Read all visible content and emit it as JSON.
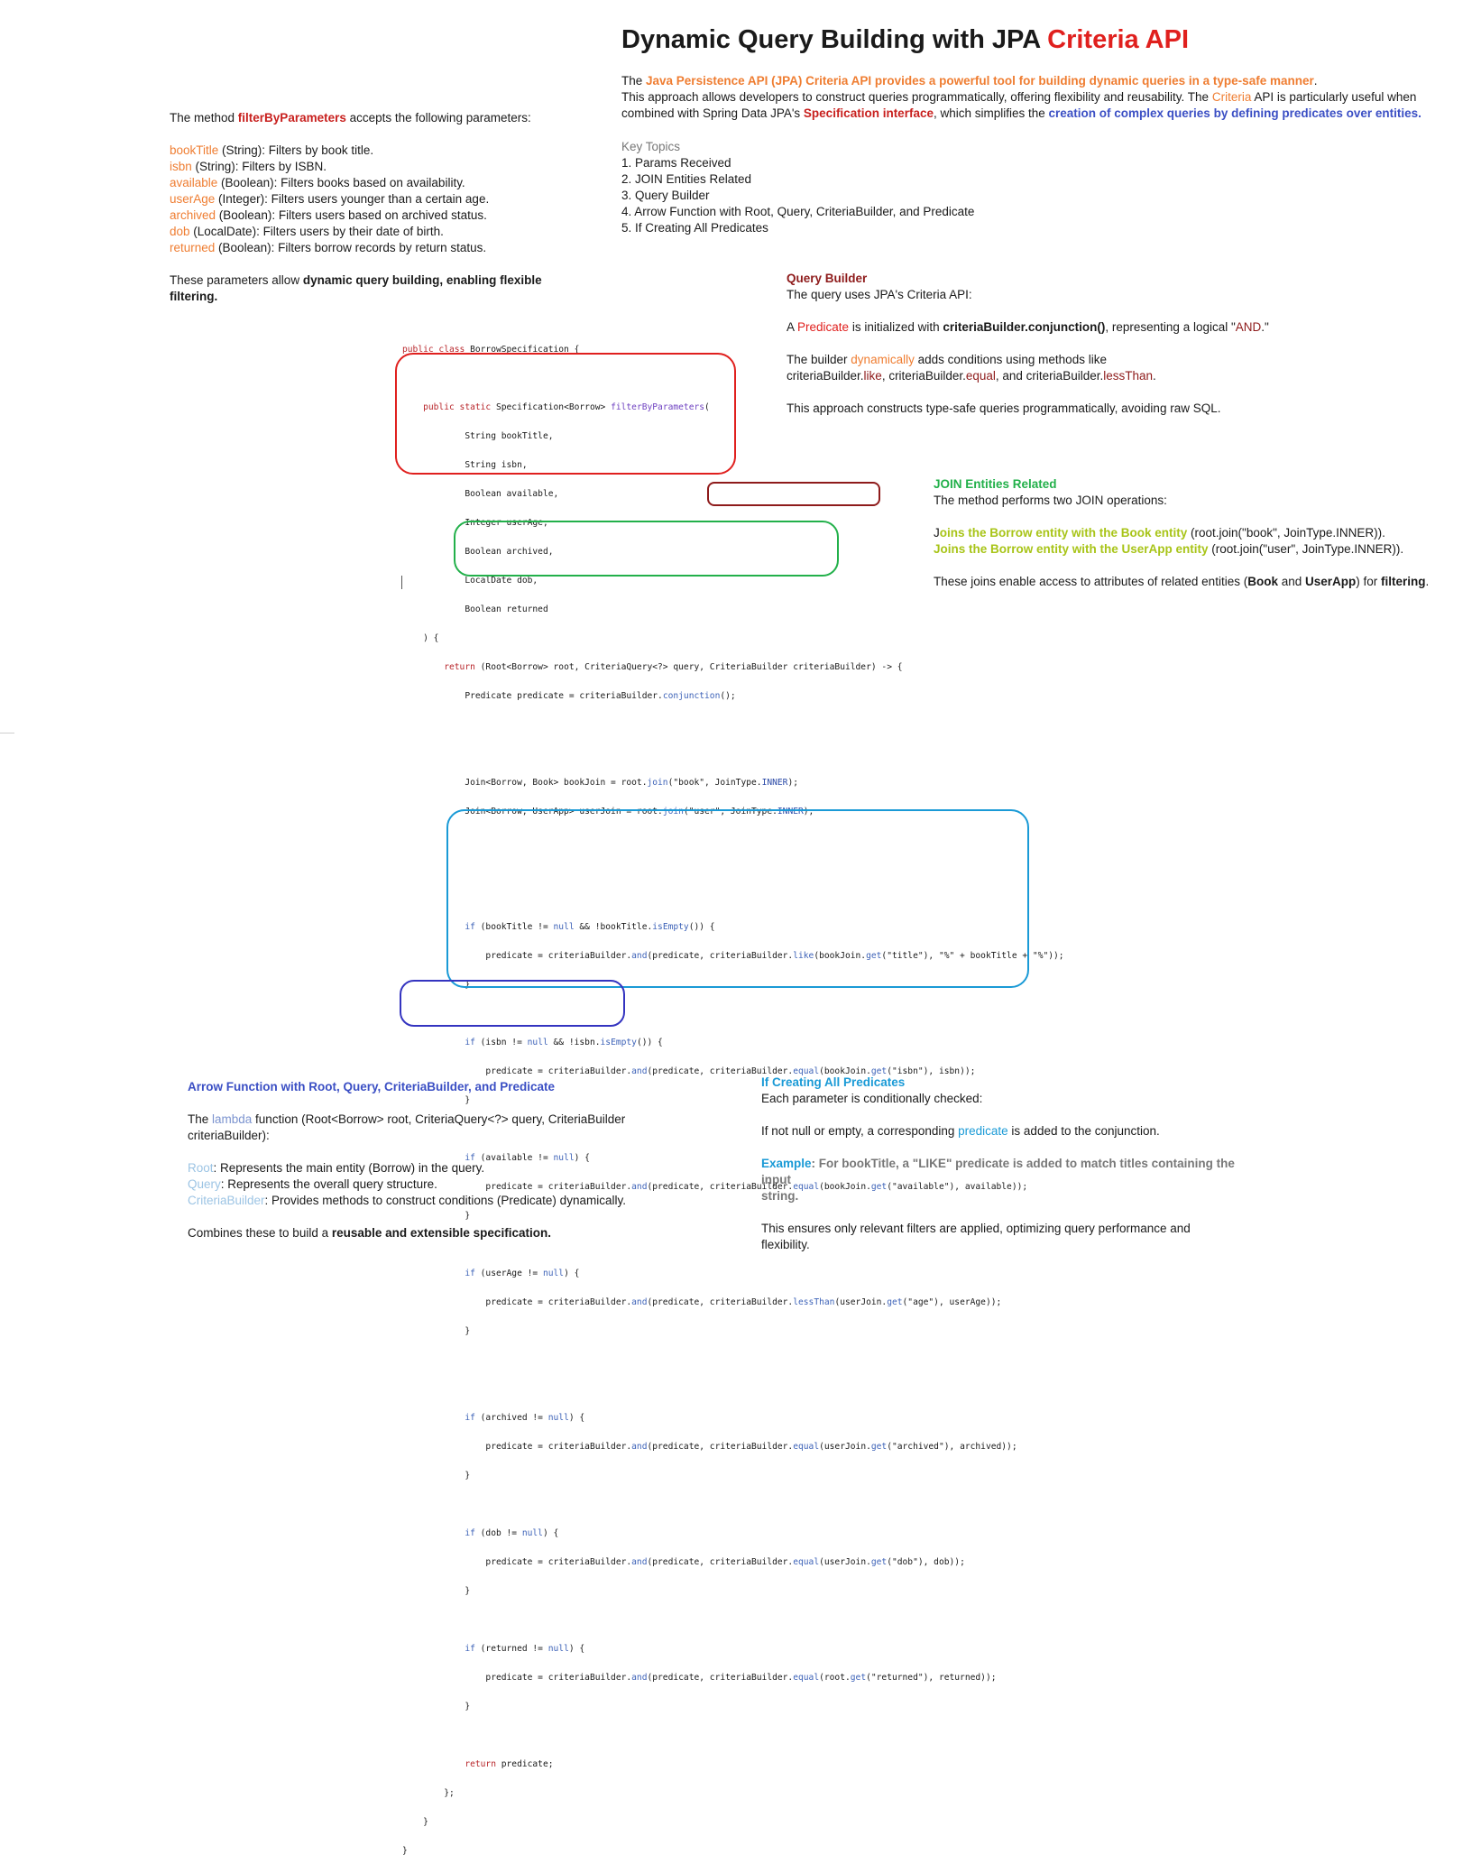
{
  "header": {
    "title_main": "Dynamic Query Building with JPA ",
    "title_accent": "Criteria API"
  },
  "intro": {
    "l1_a": "The ",
    "l1_b": "Java Persistence API (JPA) Criteria API provides a powerful tool for building dynamic queries in a type-safe manner",
    "l1_c": ".",
    "l2_a": "This approach allows developers to construct queries programmatically, offering flexibility and reusability. The ",
    "l2_b": "Criteria",
    "l2_c": " API is particularly useful when",
    "l3_a": "combined with Spring Data JPA's ",
    "l3_b": "Specification interface",
    "l3_c": ", which simplifies the ",
    "l3_d": "creation of complex queries by defining predicates over entities."
  },
  "key_topics": {
    "heading": "Key Topics",
    "items": [
      "1. Params Received",
      "2. JOIN Entities Related",
      "3. Query Builder",
      "4. Arrow Function with Root, Query, CriteriaBuilder, and Predicate",
      "5. If Creating All Predicates"
    ]
  },
  "params": {
    "intro_a": "The method ",
    "intro_b": "filterByParameters",
    "intro_c": " accepts the following parameters:",
    "items": [
      {
        "name": "bookTitle",
        "desc": " (String): Filters by book title."
      },
      {
        "name": "isbn",
        "desc": " (String): Filters by ISBN."
      },
      {
        "name": "available",
        "desc": " (Boolean): Filters books based on availability."
      },
      {
        "name": "userAge",
        "desc": " (Integer): Filters users younger than a certain age."
      },
      {
        "name": "archived",
        "desc": " (Boolean): Filters users based on archived status."
      },
      {
        "name": "dob",
        "desc": " (LocalDate): Filters users by their date of birth."
      },
      {
        "name": "returned",
        "desc": " (Boolean): Filters borrow records by return status."
      }
    ],
    "outro_a": "These parameters allow ",
    "outro_b": "dynamic query building, enabling flexible",
    "outro_c": "filtering."
  },
  "query_builder": {
    "heading": "Query Builder",
    "line1": "The query uses JPA's Criteria API:",
    "p2_a": "A ",
    "p2_b": "Predicate",
    "p2_c": " is initialized with ",
    "p2_d": "criteriaBuilder.conjunction()",
    "p2_e": ", representing a logical \"",
    "p2_f": "AND",
    "p2_g": ".\"",
    "p3_a": "The builder ",
    "p3_b": "dynamically",
    "p3_c": " adds conditions using methods like",
    "p3_d": "criteriaBuilder.",
    "p3_e": "like",
    "p3_f": ", criteriaBuilder.",
    "p3_g": "equal",
    "p3_h": ", and criteriaBuilder.",
    "p3_i": "lessThan",
    "p3_j": ".",
    "p4": "This approach constructs type-safe queries programmatically, avoiding raw SQL."
  },
  "join": {
    "heading": "JOIN Entities Related",
    "line1": "The method performs two JOIN operations:",
    "j1_a": "J",
    "j1_b": "oins the Borrow entity with the Book entity",
    "j1_c": " (root.join(\"book\", JoinType.INNER)).",
    "j2_a": "Joins the Borrow entity with the UserApp entity",
    "j2_b": " (root.join(\"user\", JoinType.INNER)).",
    "p3_a": "These joins enable access to attributes of related entities (",
    "p3_b": "Book",
    "p3_c": " and ",
    "p3_d": "UserApp",
    "p3_e": ") for ",
    "p3_f": "filtering",
    "p3_g": "."
  },
  "arrow": {
    "heading": "Arrow Function with Root, Query, CriteriaBuilder, and Predicate",
    "p1_a": "The ",
    "p1_b": "lambda",
    "p1_c": " function (Root<Borrow> root, CriteriaQuery<?> query, CriteriaBuilder",
    "p1_d": "criteriaBuilder):",
    "root_a": "Root",
    "root_b": ": Represents the main entity (Borrow) in the query.",
    "query_a": "Query",
    "query_b": ": Represents the overall query structure.",
    "cb_a": "CriteriaBuilder",
    "cb_b": ": Provides methods to construct conditions (Predicate) dynamically.",
    "outro_a": "Combines these to build a ",
    "outro_b": "reusable and extensible specification."
  },
  "predicates": {
    "heading": "If Creating All Predicates",
    "line1": "Each parameter is conditionally checked:",
    "p2_a": "If not null or empty, a corresponding ",
    "p2_b": "predicate",
    "p2_c": " is added to the conjunction.",
    "ex_a": "Example",
    "ex_b": ": For bookTitle, a \"LIKE\" predicate is added to match titles containing the input",
    "ex_c": "string.",
    "p4_a": "This ensures only relevant filters are applied, optimizing query performance and",
    "p4_b": "flexibility."
  },
  "code": {
    "l01_kw": "public class",
    "l01_rest": " BorrowSpecification {",
    "l02_kw": "public static",
    "l02_mid": " Specification<Borrow> ",
    "l02_fn": "filterByParameters",
    "l02_end": "(",
    "l03": "String bookTitle,",
    "l04": "String isbn,",
    "l05": "Boolean available,",
    "l06": "Integer userAge,",
    "l07": "Boolean archived,",
    "l08": "LocalDate dob,",
    "l09": "Boolean returned",
    "l10": ") {",
    "l11_kw": "return",
    "l11_mid": " (Root<Borrow> root, CriteriaQuery<?> query, ",
    "l11_cb": "CriteriaBuilder criteriaBuilder)",
    "l11_end": " -> {",
    "l12_a": "Predicate predicate = criteriaBuilder.",
    "l12_b": "conjunction",
    "l12_c": "();",
    "l13_a": "Join<Borrow, Book> bookJoin = root.",
    "l13_b": "join",
    "l13_c": "(\"book\", JoinType.",
    "l13_d": "INNER",
    "l13_e": ");",
    "l14_a": "Join<Borrow, UserApp> userJoin = root.",
    "l14_b": "join",
    "l14_c": "(\"user\", JoinType.",
    "l14_d": "INNER",
    "l14_e": ");",
    "if1_a": "if",
    "if1_b": " (bookTitle != ",
    "if1_c": "null",
    "if1_d": " && !bookTitle.",
    "if1_e": "isEmpty",
    "if1_f": "()) {",
    "p1_a": "predicate = criteriaBuilder.",
    "p1_b": "and",
    "p1_c": "(predicate, criteriaBuilder.",
    "p1_d": "like",
    "p1_e": "(bookJoin.",
    "p1_f": "get",
    "p1_g": "(\"title\"), \"%\" + bookTitle + \"%\"));",
    "if2_a": "if",
    "if2_b": " (isbn != ",
    "if2_c": "null",
    "if2_d": " && !isbn.",
    "if2_e": "isEmpty",
    "if2_f": "()) {",
    "p2_a": "predicate = criteriaBuilder.",
    "p2_b": "and",
    "p2_c": "(predicate, criteriaBuilder.",
    "p2_d": "equal",
    "p2_e": "(bookJoin.",
    "p2_f": "get",
    "p2_g": "(\"isbn\"), isbn));",
    "if3_a": "if",
    "if3_b": " (available != ",
    "if3_c": "null",
    "if3_d": ") {",
    "p3_a": "predicate = criteriaBuilder.",
    "p3_b": "and",
    "p3_c": "(predicate, criteriaBuilder.",
    "p3_d": "equal",
    "p3_e": "(bookJoin.",
    "p3_f": "get",
    "p3_g": "(\"available\"), available));",
    "if4_a": "if",
    "if4_b": " (userAge != ",
    "if4_c": "null",
    "if4_d": ") {",
    "p4_a": "predicate = criteriaBuilder.",
    "p4_b": "and",
    "p4_c": "(predicate, criteriaBuilder.",
    "p4_d": "lessThan",
    "p4_e": "(userJoin.",
    "p4_f": "get",
    "p4_g": "(\"age\"), userAge));",
    "if5_a": "if",
    "if5_b": " (archived != ",
    "if5_c": "null",
    "if5_d": ") {",
    "p5_a": "predicate = criteriaBuilder.",
    "p5_b": "and",
    "p5_c": "(predicate, criteriaBuilder.",
    "p5_d": "equal",
    "p5_e": "(userJoin.",
    "p5_f": "get",
    "p5_g": "(\"archived\"), archived));",
    "if6_a": "if",
    "if6_b": " (dob != ",
    "if6_c": "null",
    "if6_d": ") {",
    "p6_a": "predicate = criteriaBuilder.",
    "p6_b": "and",
    "p6_c": "(predicate, criteriaBuilder.",
    "p6_d": "equal",
    "p6_e": "(userJoin.",
    "p6_f": "get",
    "p6_g": "(\"dob\"), dob));",
    "if7_a": "if",
    "if7_b": " (returned != ",
    "if7_c": "null",
    "if7_d": ") {",
    "p7_a": "predicate = criteriaBuilder.",
    "p7_b": "and",
    "p7_c": "(predicate, criteriaBuilder.",
    "p7_d": "equal",
    "p7_e": "(root.",
    "p7_f": "get",
    "p7_g": "(\"returned\"), returned));",
    "close": "}",
    "ret_kw": "return",
    "ret_rest": " predicate;",
    "lambda_close": "};"
  },
  "colors": {
    "red_box": "#e0201e",
    "darkred_box": "#8e1b1b",
    "green_box": "#22b04a",
    "cyan_box": "#1a9ad6",
    "navy_box": "#3434c0"
  }
}
